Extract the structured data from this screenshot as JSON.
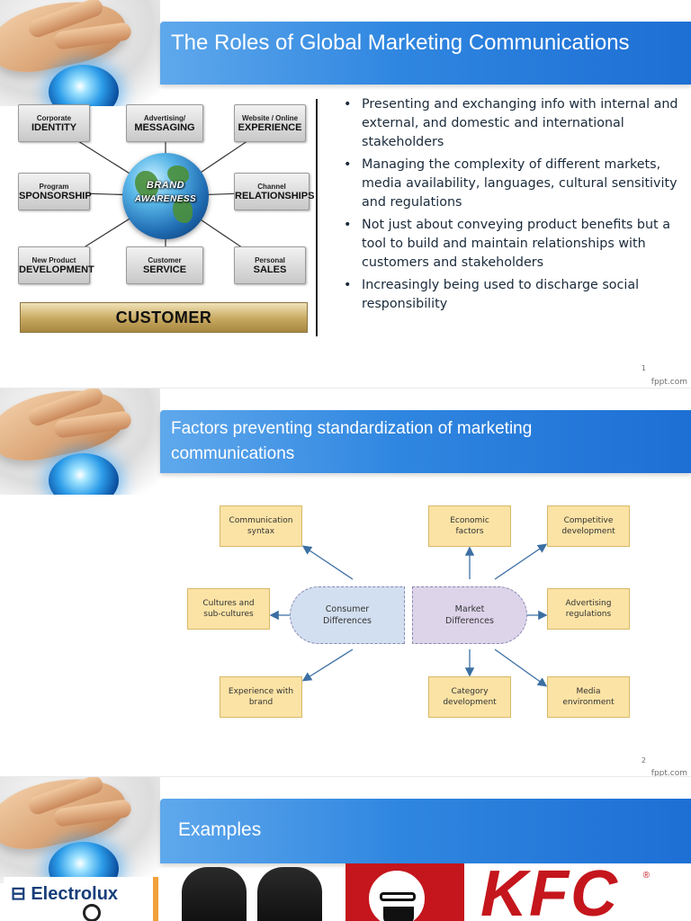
{
  "slides": [
    {
      "title": "The Roles of Global Marketing Communications",
      "page_number": "1",
      "footer": "fppt.com",
      "diagram": {
        "boxes": [
          {
            "small": "Corporate",
            "big": "IDENTITY"
          },
          {
            "small": "Advertising/",
            "big": "MESSAGING"
          },
          {
            "small": "Website / Online",
            "big": "EXPERIENCE"
          },
          {
            "small": "Program",
            "big": "SPONSORSHIP"
          },
          {
            "small": "Channel",
            "big": "RELATIONSHIPS"
          },
          {
            "small": "New Product",
            "big": "DEVELOPMENT"
          },
          {
            "small": "Customer",
            "big": "SERVICE"
          },
          {
            "small": "Personal",
            "big": "SALES"
          }
        ],
        "center_line1": "BRAND",
        "center_line2": "AWARENESS",
        "bottom_bar": "CUSTOMER"
      },
      "bullets": [
        "Presenting and exchanging info with internal and external, and domestic and international stakeholders",
        "Managing the complexity of different markets, media availability, languages, cultural sensitivity and regulations",
        "Not just about conveying product benefits but a tool to build and maintain relationships with customers and stakeholders",
        "Increasingly being used to discharge social responsibility"
      ]
    },
    {
      "title_line1": "Factors preventing standardization of marketing",
      "title_line2": "communications",
      "page_number": "2",
      "footer": "fppt.com",
      "diagram": {
        "consumer_label_1": "Consumer",
        "consumer_label_2": "Differences",
        "market_label_1": "Market",
        "market_label_2": "Differences",
        "left_boxes": [
          {
            "line1": "Communication",
            "line2": "syntax"
          },
          {
            "line1": "Cultures and",
            "line2": "sub-cultures"
          },
          {
            "line1": "Experience with",
            "line2": "brand"
          }
        ],
        "right_boxes": [
          {
            "line1": "Economic",
            "line2": "factors"
          },
          {
            "line1": "Competitive",
            "line2": "development"
          },
          {
            "line1": "Advertising",
            "line2": "regulations"
          },
          {
            "line1": "Category",
            "line2": "development"
          },
          {
            "line1": "Media",
            "line2": "environment"
          }
        ]
      }
    },
    {
      "title": "Examples",
      "logos": {
        "electrolux": "Electrolux",
        "kfc": "KFC",
        "kfc_mark": "®"
      }
    }
  ],
  "colors": {
    "title_bar": "#2f86e0",
    "factor_box": "#fbe3a5",
    "consumer_pill": "#d2dff0",
    "market_pill": "#ddd4ea",
    "kfc_red": "#c4161c"
  }
}
